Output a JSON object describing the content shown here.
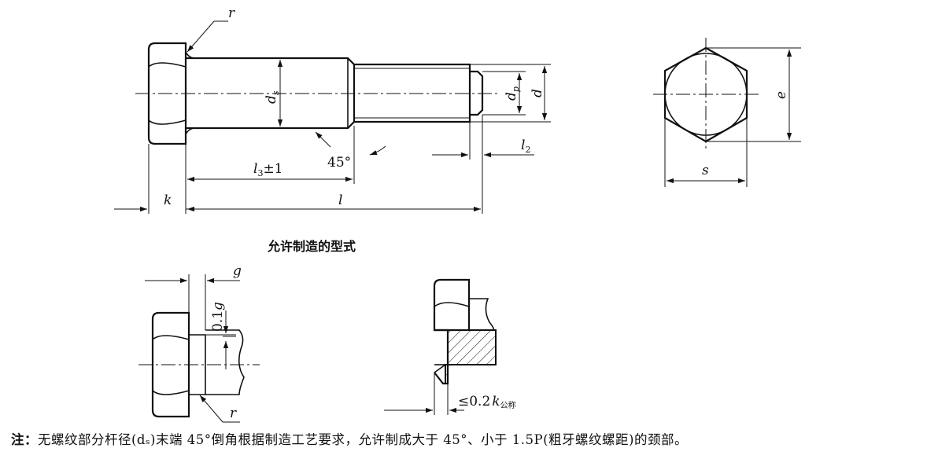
{
  "labels": {
    "r_top": "r",
    "ds": "d",
    "ds_sub": "s",
    "dp": "d",
    "dp_sub": "p",
    "d": "d",
    "angle": "45°",
    "l3": "l",
    "l3_sub": "3",
    "l3_tol": "±1",
    "l2": "l",
    "l2_sub": "2",
    "k": "k",
    "l": "l",
    "e": "e",
    "s": "s",
    "g": "g",
    "g01": "0.1",
    "g01_var": "g",
    "r_bottom": "r",
    "k_limit": "≤0.2",
    "k_limit_var": "k",
    "k_limit_sub": "公称"
  },
  "caption": "允许制造的型式",
  "note": {
    "prefix": "注：",
    "text": "无螺纹部分杆径(dₛ)末端 45°倒角根据制造工艺要求，允许制成大于 45°、小于 1.5P(粗牙螺纹螺距)的颈部。"
  }
}
